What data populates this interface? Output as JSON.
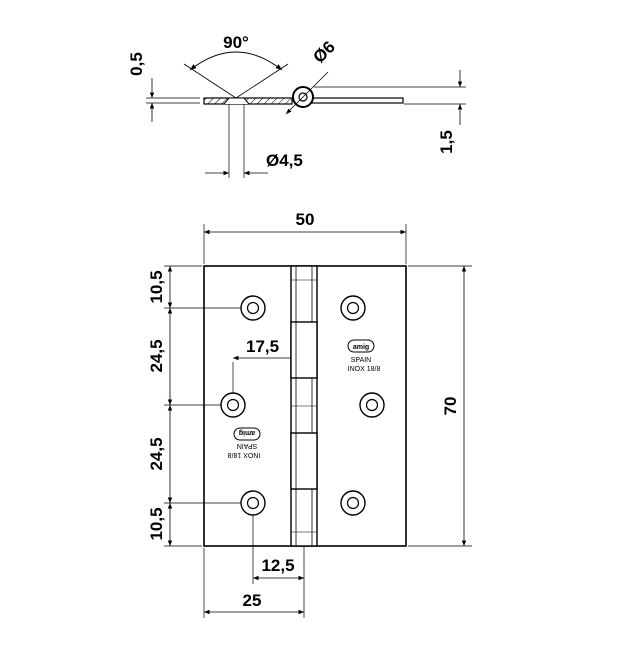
{
  "drawing": {
    "dimensions": {
      "thickness": "0,5",
      "angle": "90°",
      "pin_diameter": "Ø6",
      "knuckle_height": "1,5",
      "hole_diameter": "Ø4,5",
      "width": "50",
      "height": "70",
      "top_offset": "10,5",
      "spacing_upper": "24,5",
      "spacing_lower": "24,5",
      "bottom_offset": "10,5",
      "middle_hole_offset": "17,5",
      "edge_hole_offset": "12,5",
      "half_width": "25"
    },
    "marking": {
      "brand": "amig",
      "country": "SPAIN",
      "material": "INOX 18/8"
    }
  }
}
